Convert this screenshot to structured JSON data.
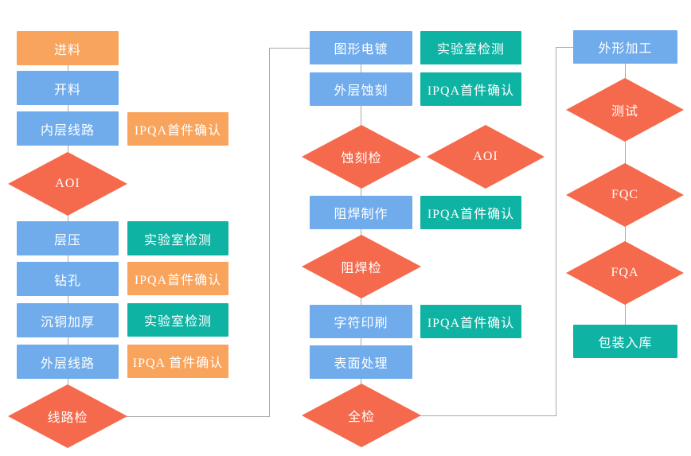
{
  "palette": {
    "orange": "#F9A45C",
    "blue": "#70ACEC",
    "teal": "#0FB3A3",
    "red": "#F5694C",
    "line": "#A9A9A9",
    "text": "#FFFFFF"
  },
  "flow": {
    "left": {
      "main": [
        "进料",
        "开料",
        "内层线路",
        "AOI",
        "层压",
        "钻孔",
        "沉铜加厚",
        "外层线路",
        "线路检"
      ],
      "side": [
        "IPQA首件确认",
        "实验室检测",
        "IPQA首件确认",
        "实验室检测",
        "IPQA 首件确认"
      ]
    },
    "middle": {
      "main": [
        "图形电镀",
        "外层蚀刻",
        "蚀刻检",
        "阻焊制作",
        "阻焊检",
        "字符印刷",
        "表面处理",
        "全检"
      ],
      "side": [
        "实验室检测",
        "IPQA首件确认",
        "AOI",
        "IPQA首件确认",
        "IPQA首件确认"
      ]
    },
    "right": {
      "main": [
        "外形加工",
        "测试",
        "FQC",
        "FQA",
        "包装入库"
      ]
    }
  }
}
